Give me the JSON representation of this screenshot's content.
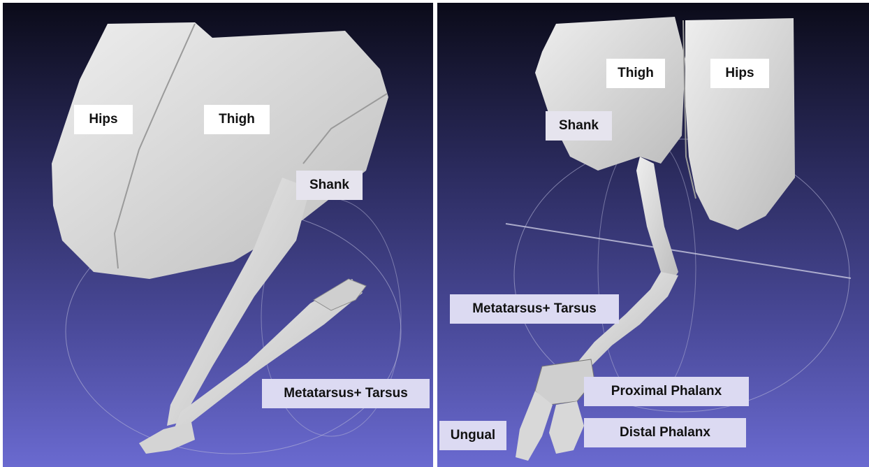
{
  "left_view": {
    "labels": {
      "hips": "Hips",
      "thigh": "Thigh",
      "shank": "Shank",
      "metatarsus_tarsus": "Metatarsus+ Tarsus"
    }
  },
  "right_view": {
    "labels": {
      "thigh": "Thigh",
      "hips": "Hips",
      "shank": "Shank",
      "metatarsus_tarsus": "Metatarsus+ Tarsus",
      "proximal_phalanx": "Proximal Phalanx",
      "distal_phalanx": "Distal Phalanx",
      "ungual": "Ungual"
    }
  },
  "colors": {
    "background_top": "#0b0b19",
    "background_bottom": "#6a6ad0",
    "bone": "#d9d9d9",
    "label_box": "#ffffff"
  }
}
